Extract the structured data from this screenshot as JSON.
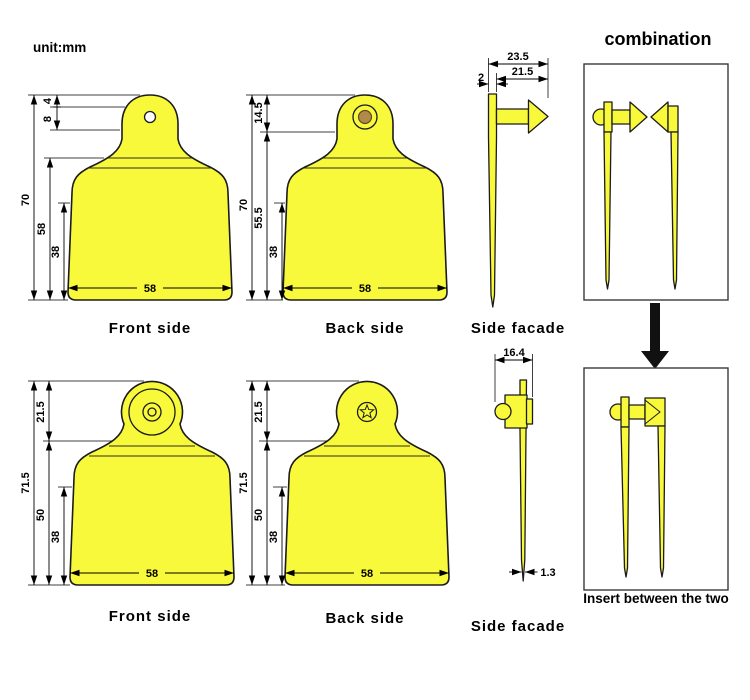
{
  "unit_label": "unit:mm",
  "colors": {
    "tag_yellow": "#F9F93B",
    "button_bronze": "#B18A4A",
    "outline": "#1B1B1B"
  },
  "sections": {
    "top_front": {
      "label": "Front  side",
      "dim_total": "70",
      "dim_upper": "58",
      "dim_lower": "38",
      "dim_a": "4",
      "dim_b": "8",
      "dim_width": "58"
    },
    "top_back": {
      "label": "Back  side",
      "dim_total": "70",
      "dim_upper": "55.5",
      "dim_lower": "38",
      "dim_top": "14.5",
      "dim_width": "58"
    },
    "top_side": {
      "label": "Side  facade",
      "dim_overall": "23.5",
      "dim_pin": "21.5",
      "dim_flag": "2"
    },
    "bottom_front": {
      "label": "Front  side",
      "dim_total": "71.5",
      "dim_head": "21.5",
      "dim_body": "50",
      "dim_lower": "38",
      "dim_width": "58"
    },
    "bottom_back": {
      "label": "Back  side",
      "dim_total": "71.5",
      "dim_head": "21.5",
      "dim_body": "50",
      "dim_lower": "38",
      "dim_width": "58"
    },
    "bottom_side": {
      "label": "Side  facade",
      "dim_head": "16.4",
      "dim_thickness": "1.3"
    },
    "combination": {
      "title": "combination",
      "caption": "Insert between the two"
    }
  }
}
